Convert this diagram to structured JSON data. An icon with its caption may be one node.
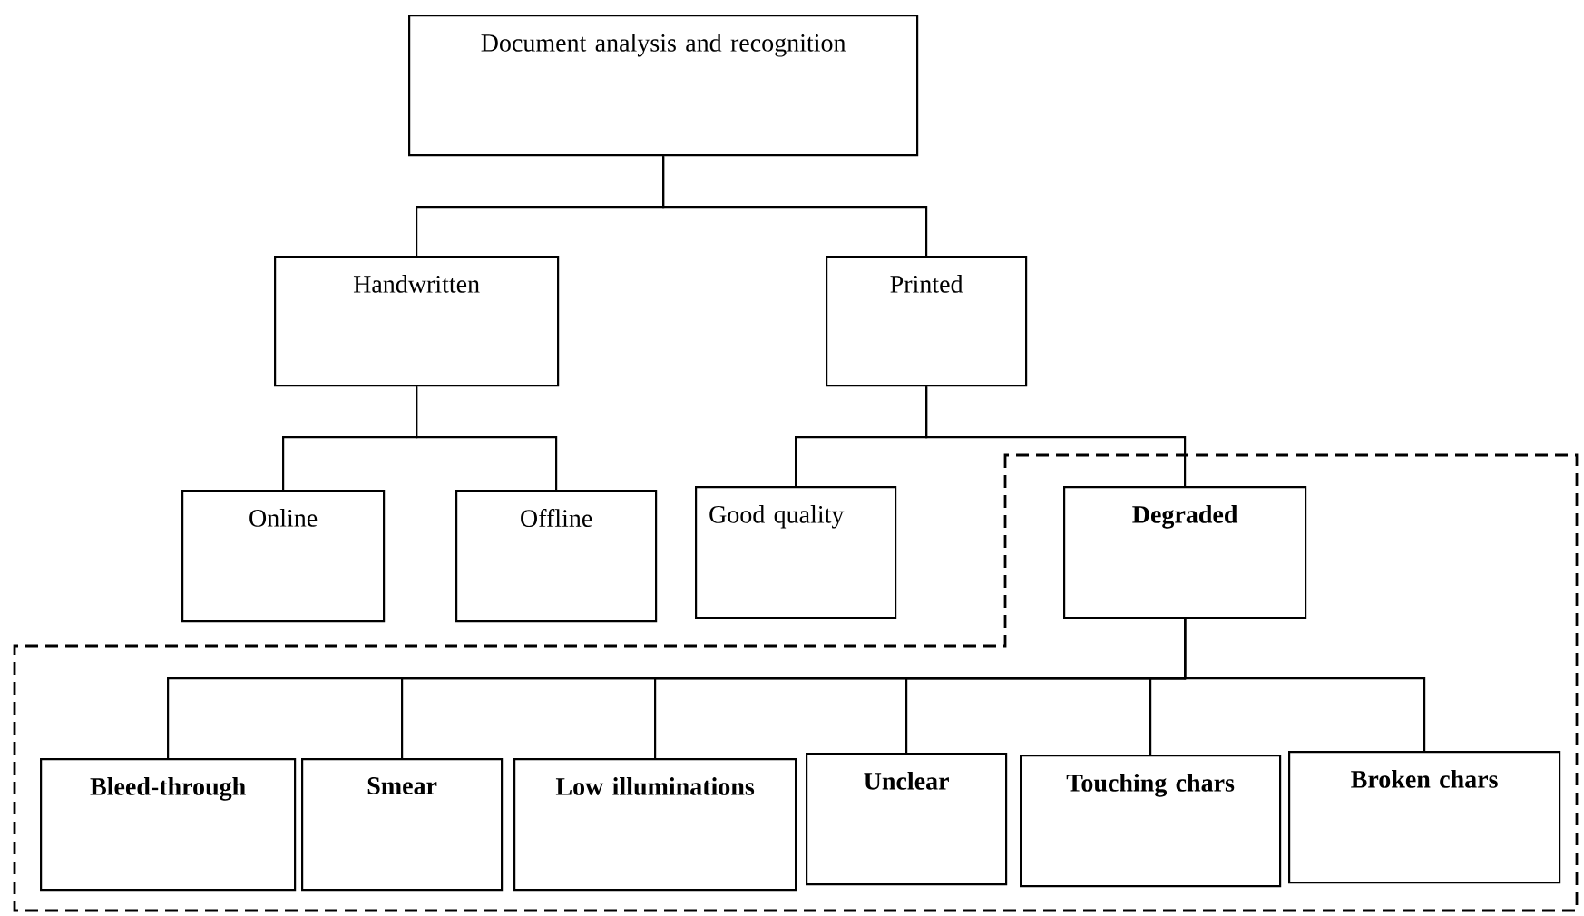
{
  "diagram": {
    "nodes": [
      {
        "text": [
          "Document analysis and recognition"
        ]
      },
      {
        "text": [
          "Handwritten"
        ]
      },
      {
        "text": [
          "Printed"
        ]
      },
      {
        "text": [
          "Online"
        ]
      },
      {
        "text": [
          "Offline"
        ]
      },
      {
        "text": [
          "Good quality"
        ]
      },
      {
        "text": [
          "Degraded"
        ]
      },
      {
        "text": [
          "Bleed-through"
        ]
      },
      {
        "text": [
          "Smear"
        ]
      },
      {
        "text": [
          "Low illuminations"
        ]
      },
      {
        "text": [
          "Unclear"
        ]
      },
      {
        "text": [
          "Touching chars"
        ]
      },
      {
        "text": [
          "Broken chars"
        ]
      }
    ],
    "edges": [
      {
        "from": 0,
        "to": 1,
        "arrow": "none"
      },
      {
        "from": 0,
        "to": 2,
        "arrow": "none"
      },
      {
        "from": 1,
        "to": 3,
        "arrow": "none"
      },
      {
        "from": 1,
        "to": 4,
        "arrow": "none"
      },
      {
        "from": 2,
        "to": 5,
        "arrow": "none"
      },
      {
        "from": 2,
        "to": 6,
        "arrow": "none"
      },
      {
        "from": 6,
        "to": 7,
        "arrow": "none"
      },
      {
        "from": 6,
        "to": 8,
        "arrow": "none"
      },
      {
        "from": 6,
        "to": 9,
        "arrow": "none"
      },
      {
        "from": 6,
        "to": 10,
        "arrow": "none"
      },
      {
        "from": 6,
        "to": 11,
        "arrow": "none"
      },
      {
        "from": 6,
        "to": 12,
        "arrow": "none"
      }
    ]
  }
}
